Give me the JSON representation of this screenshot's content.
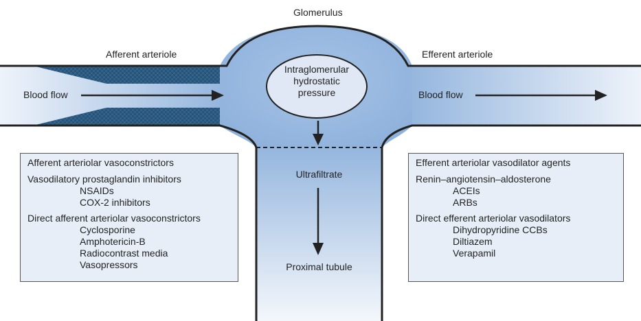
{
  "labels": {
    "glomerulus": "Glomerulus",
    "afferent": "Afferent arteriole",
    "efferent": "Efferent arteriole",
    "blood_flow_left": "Blood flow",
    "blood_flow_right": "Blood flow",
    "pressure": [
      "Intraglomerular",
      "hydrostatic",
      "pressure"
    ],
    "ultrafiltrate": "Ultrafiltrate",
    "proximal_tubule": "Proximal tubule"
  },
  "left_box": {
    "header": "Afferent arteriolar vasoconstrictors",
    "groups": [
      {
        "title": "Vasodilatory prostaglandin inhibitors",
        "items": [
          "NSAIDs",
          "COX-2 inhibitors"
        ]
      },
      {
        "title": "Direct afferent arteriolar vasoconstrictors",
        "items": [
          "Cyclosporine",
          "Amphotericin-B",
          "Radiocontrast media",
          "Vasopressors"
        ]
      }
    ]
  },
  "right_box": {
    "header": "Efferent arteriolar vasodilator agents",
    "groups": [
      {
        "title": "Renin–angiotensin–aldosterone",
        "items": [
          "ACEIs",
          "ARBs"
        ]
      },
      {
        "title": "Direct efferent arteriolar vasodilators",
        "items": [
          "Dihydropyridine CCBs",
          "Diltiazem",
          "Verapamil"
        ]
      }
    ]
  },
  "colors": {
    "vessel_light": "#e6eef8",
    "vessel_mid": "#8fb2dc",
    "constriction": "#2c5a80",
    "box_fill": "#e7eef7",
    "line": "#222222"
  }
}
